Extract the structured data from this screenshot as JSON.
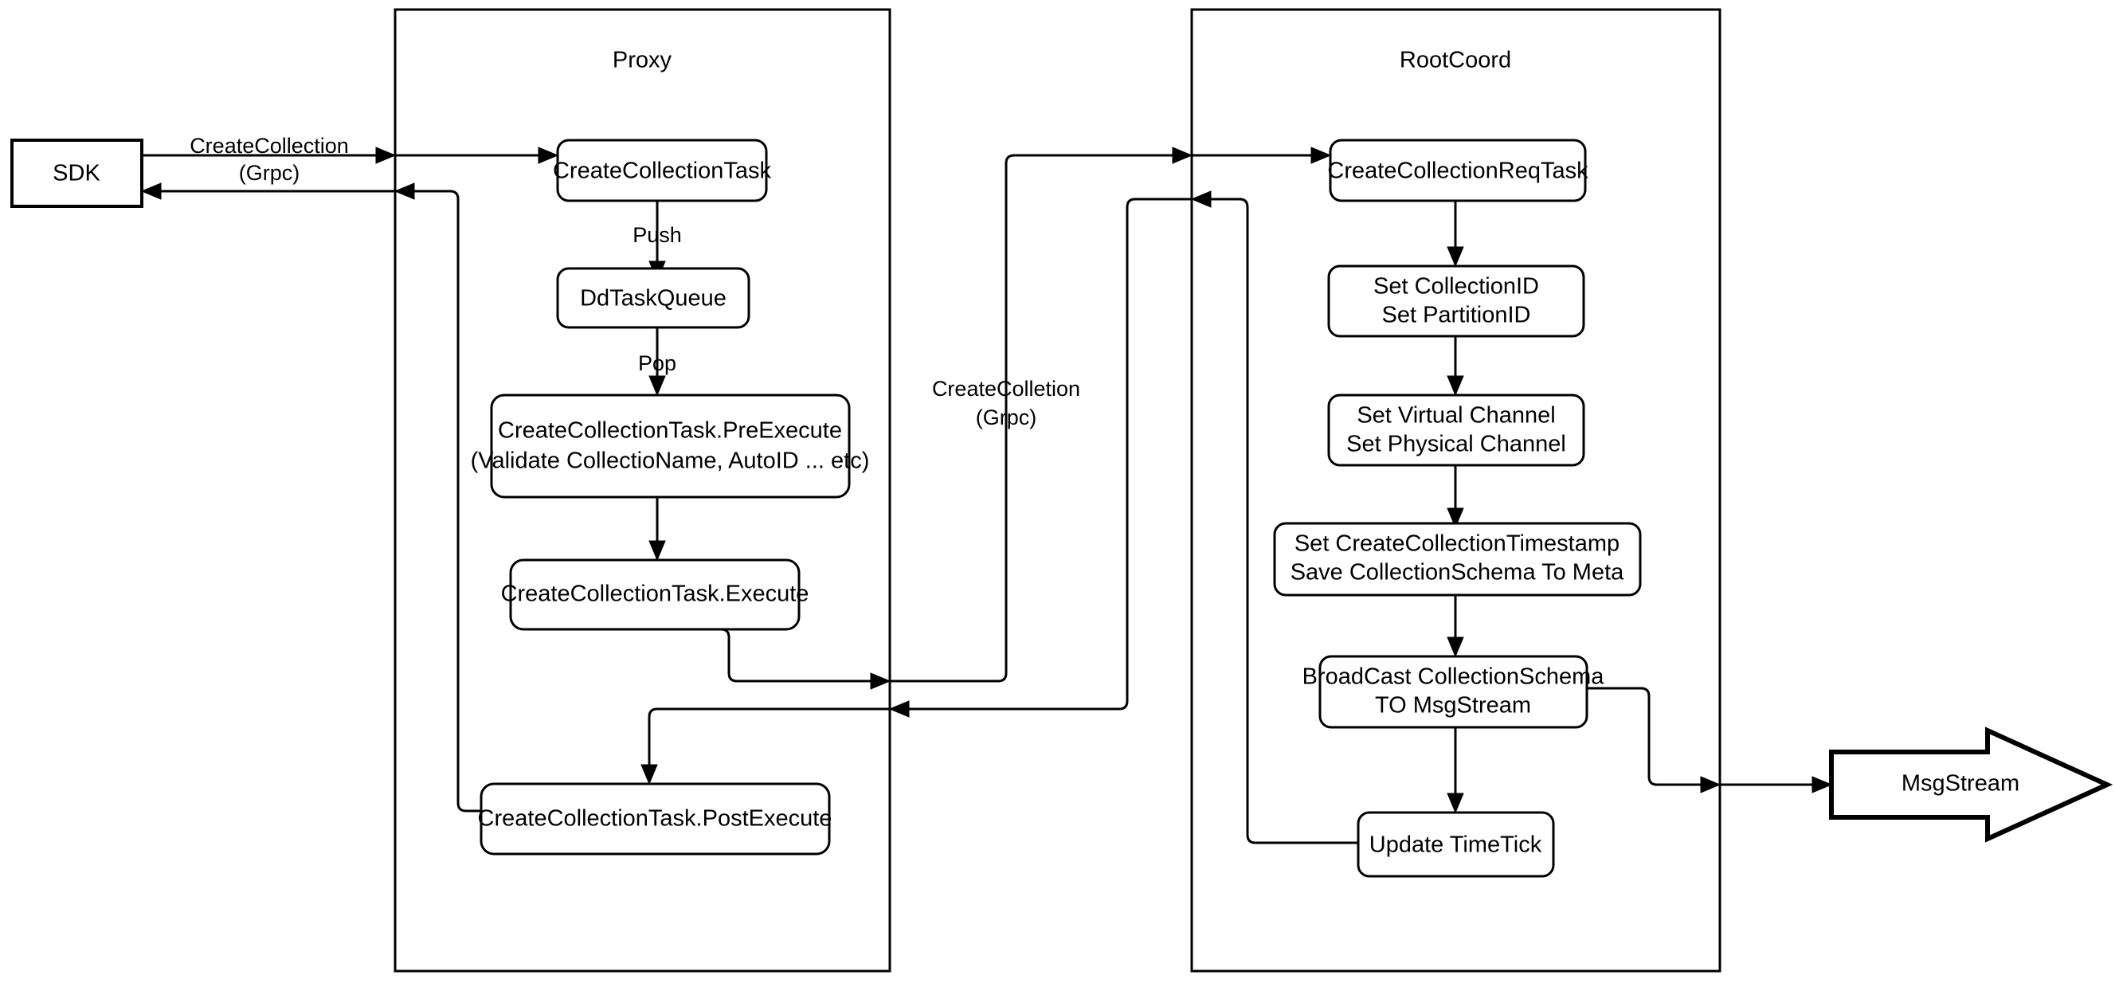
{
  "diagram": {
    "title": "Milvus CreateCollection Flow",
    "background_color": "#ffffff",
    "line_color": "#000000",
    "containers": [
      {
        "id": "proxy",
        "label": "Proxy"
      },
      {
        "id": "rootcoord",
        "label": "RootCoord"
      }
    ],
    "external_nodes": [
      {
        "id": "sdk",
        "label": "SDK",
        "shape": "rectangle"
      },
      {
        "id": "msgstream",
        "label": "MsgStream",
        "shape": "block-arrow"
      }
    ],
    "proxy_nodes": [
      {
        "id": "create-collection-task",
        "label": "CreateCollectionTask"
      },
      {
        "id": "dd-task-queue",
        "label": "DdTaskQueue"
      },
      {
        "id": "pre-execute-line1",
        "label": "CreateCollectionTask.PreExecute"
      },
      {
        "id": "pre-execute-line2",
        "label": "(Validate CollectioName, AutoID ... etc)"
      },
      {
        "id": "execute",
        "label": "CreateCollectionTask.Execute"
      },
      {
        "id": "post-execute",
        "label": "CreateCollectionTask.PostExecute"
      }
    ],
    "rootcoord_nodes": [
      {
        "id": "create-collection-req-task",
        "label": "CreateCollectionReqTask"
      },
      {
        "id": "set-ids-line1",
        "label": "Set CollectionID"
      },
      {
        "id": "set-ids-line2",
        "label": "Set PartitionID"
      },
      {
        "id": "set-channels-line1",
        "label": "Set Virtual Channel"
      },
      {
        "id": "set-channels-line2",
        "label": "Set Physical Channel"
      },
      {
        "id": "set-meta-line1",
        "label": "Set CreateCollectionTimestamp"
      },
      {
        "id": "set-meta-line2",
        "label": "Save CollectionSchema To Meta"
      },
      {
        "id": "broadcast-line1",
        "label": "BroadCast CollectionSchema"
      },
      {
        "id": "broadcast-line2",
        "label": "TO MsgStream"
      },
      {
        "id": "update-timetick",
        "label": "Update TimeTick"
      }
    ],
    "edge_labels": [
      {
        "id": "sdk-to-proxy",
        "line1": "CreateCollection",
        "line2": "(Grpc)"
      },
      {
        "id": "proxy-to-rootcoord",
        "line1": "CreateColletion",
        "line2": "(Grpc)"
      },
      {
        "id": "push",
        "line1": "Push",
        "line2": ""
      },
      {
        "id": "pop",
        "line1": "Pop",
        "line2": ""
      }
    ]
  }
}
